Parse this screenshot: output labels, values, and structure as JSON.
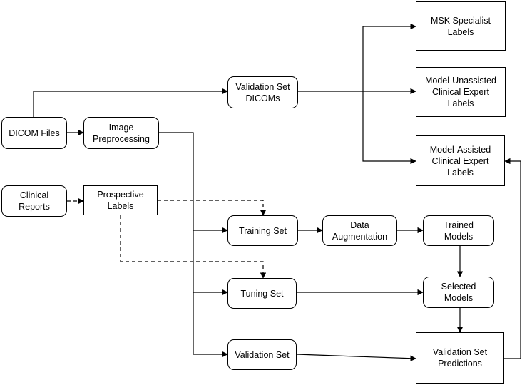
{
  "nodes": {
    "dicom_files": "DICOM Files",
    "image_preprocessing": "Image\nPreprocessing",
    "clinical_reports": "Clinical\nReports",
    "prospective_labels": "Prospective\nLabels",
    "validation_set_dicoms": "Validation Set\nDICOMs",
    "msk_specialist_labels": "MSK Specialist\nLabels",
    "model_unassisted_labels": "Model-Unassisted\nClinical Expert\nLabels",
    "model_assisted_labels": "Model-Assisted\nClinical Expert\nLabels",
    "training_set": "Training Set",
    "data_augmentation": "Data\nAugmentation",
    "trained_models": "Trained\nModels",
    "tuning_set": "Tuning Set",
    "selected_models": "Selected\nModels",
    "validation_set": "Validation Set",
    "validation_set_predictions": "Validation Set\nPredictions"
  }
}
